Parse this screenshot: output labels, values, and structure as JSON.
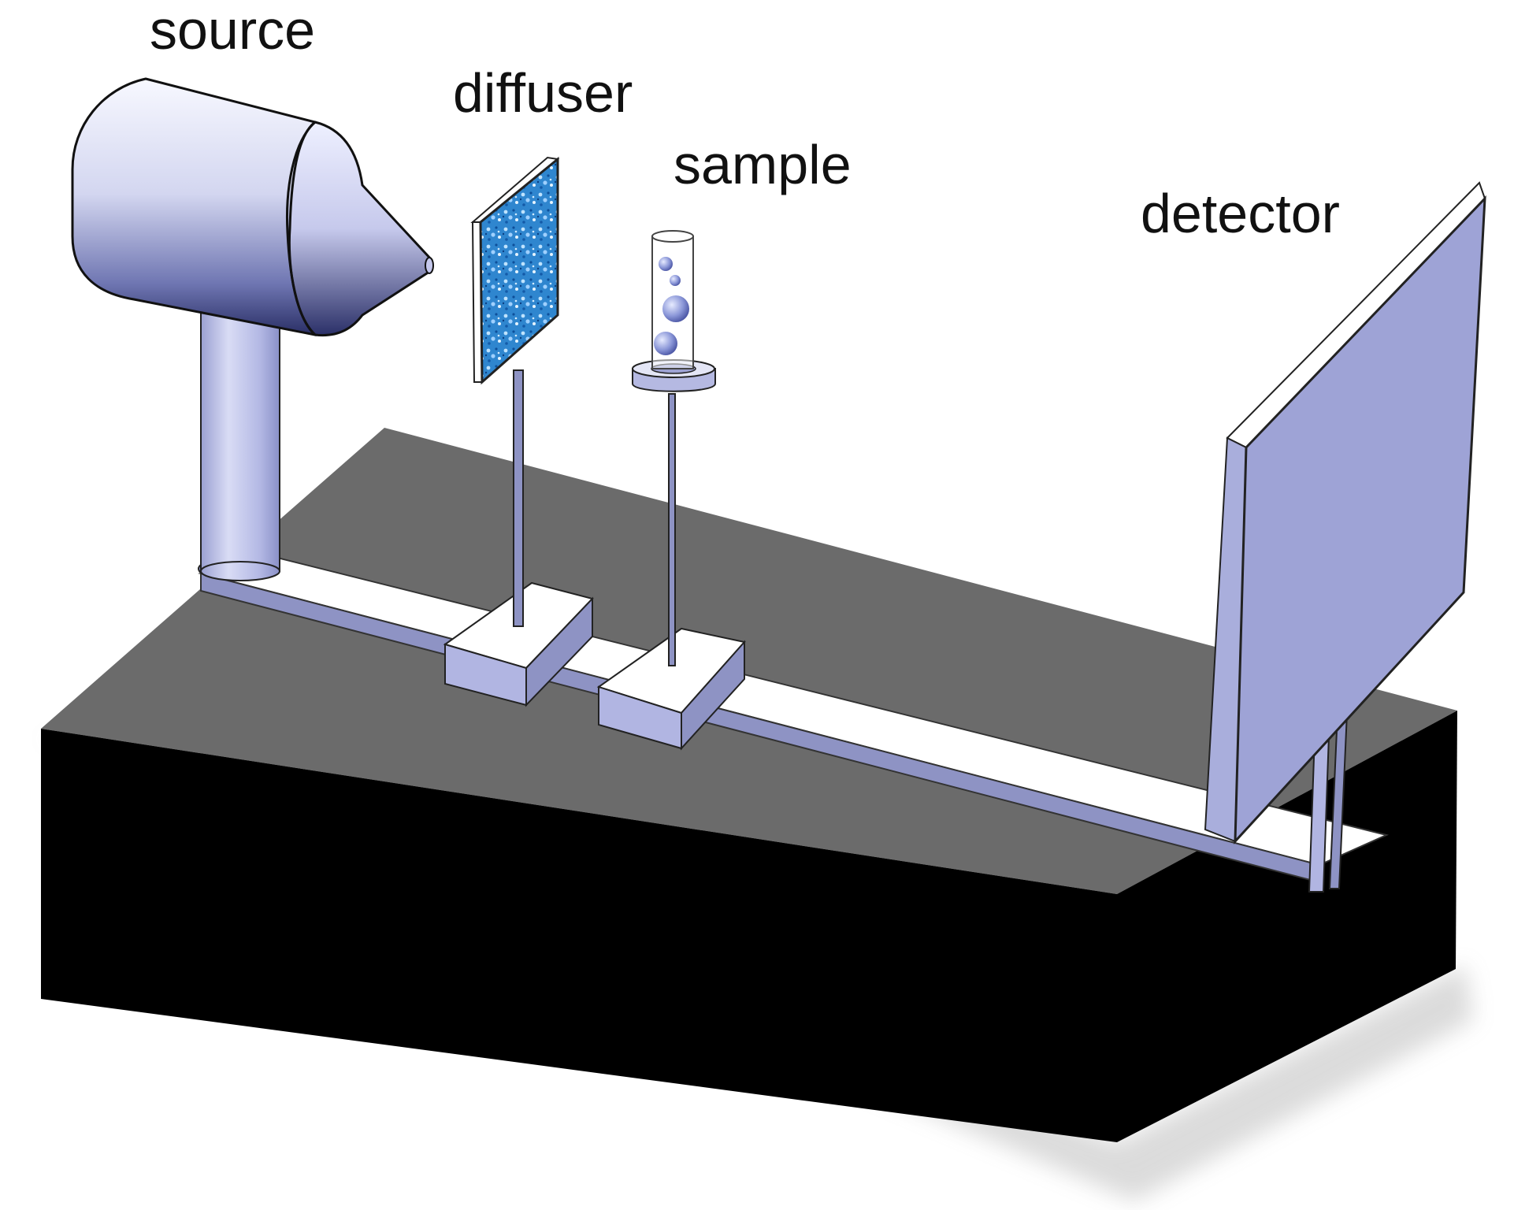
{
  "labels": {
    "source": "source",
    "diffuser": "diffuser",
    "sample": "sample",
    "detector": "detector"
  },
  "components": [
    {
      "id": "source",
      "depiction": "cylinder with conical tip on vertical post"
    },
    {
      "id": "diffuser",
      "depiction": "square speckled blue plate on rod"
    },
    {
      "id": "sample",
      "depiction": "transparent tube containing bubbles, on rod with collar"
    },
    {
      "id": "detector",
      "depiction": "large flat lavender panel on legs"
    }
  ],
  "colors": {
    "table_top": "#6b6b6b",
    "table_side": "#000000",
    "rail": "#ffffff",
    "rail_side": "#8e93c4",
    "component_fill": "#a9aedc",
    "panel_fill": "#9ea3d6",
    "speckle_blue": "#2f7fc6",
    "label_text": "#111111"
  }
}
